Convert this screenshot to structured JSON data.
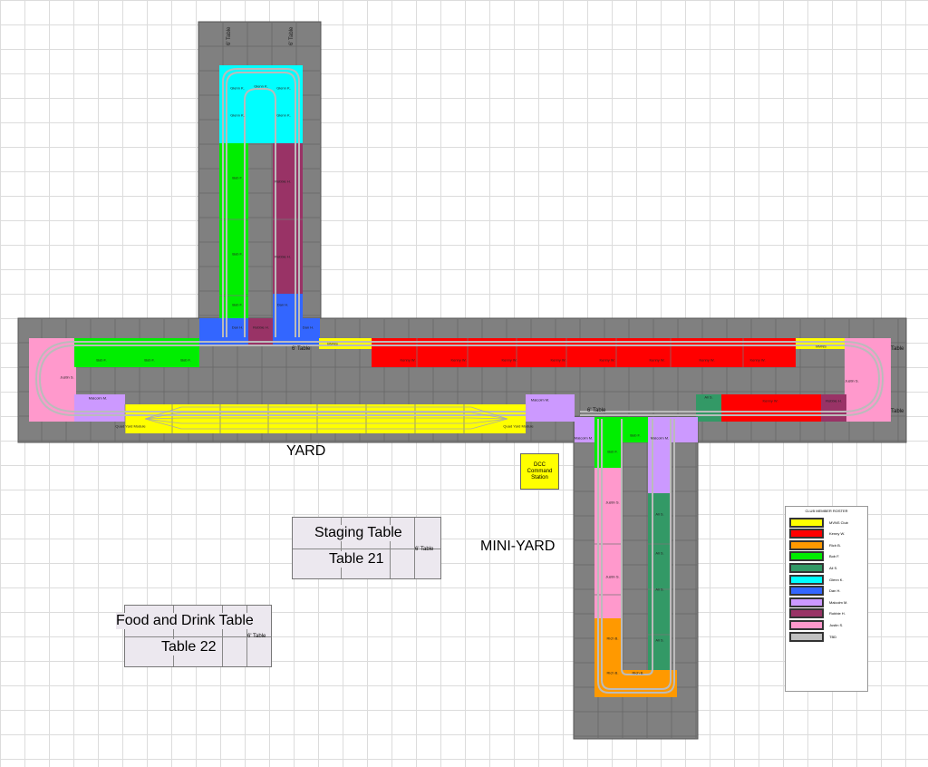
{
  "colors": {
    "mvns": "#ffff00",
    "kenny": "#ff0000",
    "rich": "#ff9900",
    "bob": "#00ee00",
    "ali": "#339966",
    "glenn": "#00ffff",
    "dan": "#3366ff",
    "malcolm": "#cc99ff",
    "robbie": "#993366",
    "justin": "#ff99cc",
    "tbd": "#c0c0c0",
    "table_gray": "#808080",
    "track": "#bbbbbb"
  },
  "labels": {
    "yard": "YARD",
    "mini_yard": "MINI-YARD",
    "staging_title": "Staging Table",
    "staging_number": "Table 21",
    "staging_size": "6' Table",
    "food_title": "Food and Drink Table",
    "food_number": "Table 22",
    "food_size": "6' Table",
    "dcc": "DCC Command Station",
    "top_left_size": "6' Table",
    "top_right_size": "6' Table",
    "center_size": "6' Table",
    "mini_size": "6' Table",
    "right_size_1": "Table",
    "right_size_2": "Table",
    "quad_left": "Quad Yard Module",
    "quad_right": "Quad Yard Module",
    "mvns_left": "MVNS",
    "mvns_right": "MVNS"
  },
  "modules": {
    "glenn_1": "Glenn K.",
    "glenn_2": "Glenn K.",
    "glenn_3": "Glenn K.",
    "glenn_4": "Glenn K.",
    "glenn_5": "Glenn K.",
    "bob_1": "Bob F.",
    "bob_2": "Bob F.",
    "bob_3": "Bob F.",
    "robbie_1": "Robbie H.",
    "robbie_2": "Robbie H.",
    "robbie_3": "Robbie H.",
    "dan_1": "Dan H.",
    "dan_2": "Dan H.",
    "dan_3": "Dan H.",
    "bob_l1": "Bob F.",
    "bob_l2": "Bob F.",
    "bob_l3": "Bob F.",
    "justin_l": "Justin S.",
    "malcolm_l": "Malcolm M.",
    "malcolm_c": "Malcolm M.",
    "kenny_1": "Kenny W.",
    "kenny_2": "Kenny W.",
    "kenny_3": "Kenny W.",
    "kenny_4": "Kenny W.",
    "kenny_5": "Kenny W.",
    "kenny_6": "Kenny W.",
    "kenny_7": "Kenny W.",
    "kenny_8": "Kenny W.",
    "kenny_r": "Kenny W.",
    "justin_r": "Justin S.",
    "robbie_r": "Robbie H.",
    "ali_r": "Ali S.",
    "malcolm_m1": "Malcolm M.",
    "malcolm_m2": "Malcolm M.",
    "bob_m1": "Bob F.",
    "bob_m2": "Bob F.",
    "justin_m1": "Justin S.",
    "justin_m2": "Justin S.",
    "ali_m1": "Ali S.",
    "ali_m2": "Ali S.",
    "ali_m3": "Ali S.",
    "ali_m4": "Ali S.",
    "rich_1": "Rich B.",
    "rich_2": "Rich B.",
    "rich_3": "Rich B."
  },
  "roster": {
    "title": "CLUB MEMBER ROSTER",
    "entries": [
      {
        "name": "MVNS Club",
        "color": "#ffff00"
      },
      {
        "name": "Kenny W.",
        "color": "#ff0000"
      },
      {
        "name": "Rich B.",
        "color": "#ff9900"
      },
      {
        "name": "Bob F.",
        "color": "#00ee00"
      },
      {
        "name": "Ali S.",
        "color": "#339966"
      },
      {
        "name": "Glenn K.",
        "color": "#00ffff"
      },
      {
        "name": "Dan H.",
        "color": "#3366ff"
      },
      {
        "name": "Malcolm M.",
        "color": "#cc99ff"
      },
      {
        "name": "Robbie H.",
        "color": "#993366"
      },
      {
        "name": "Justin S.",
        "color": "#ff99cc"
      },
      {
        "name": "TBD",
        "color": "#c0c0c0"
      }
    ]
  }
}
